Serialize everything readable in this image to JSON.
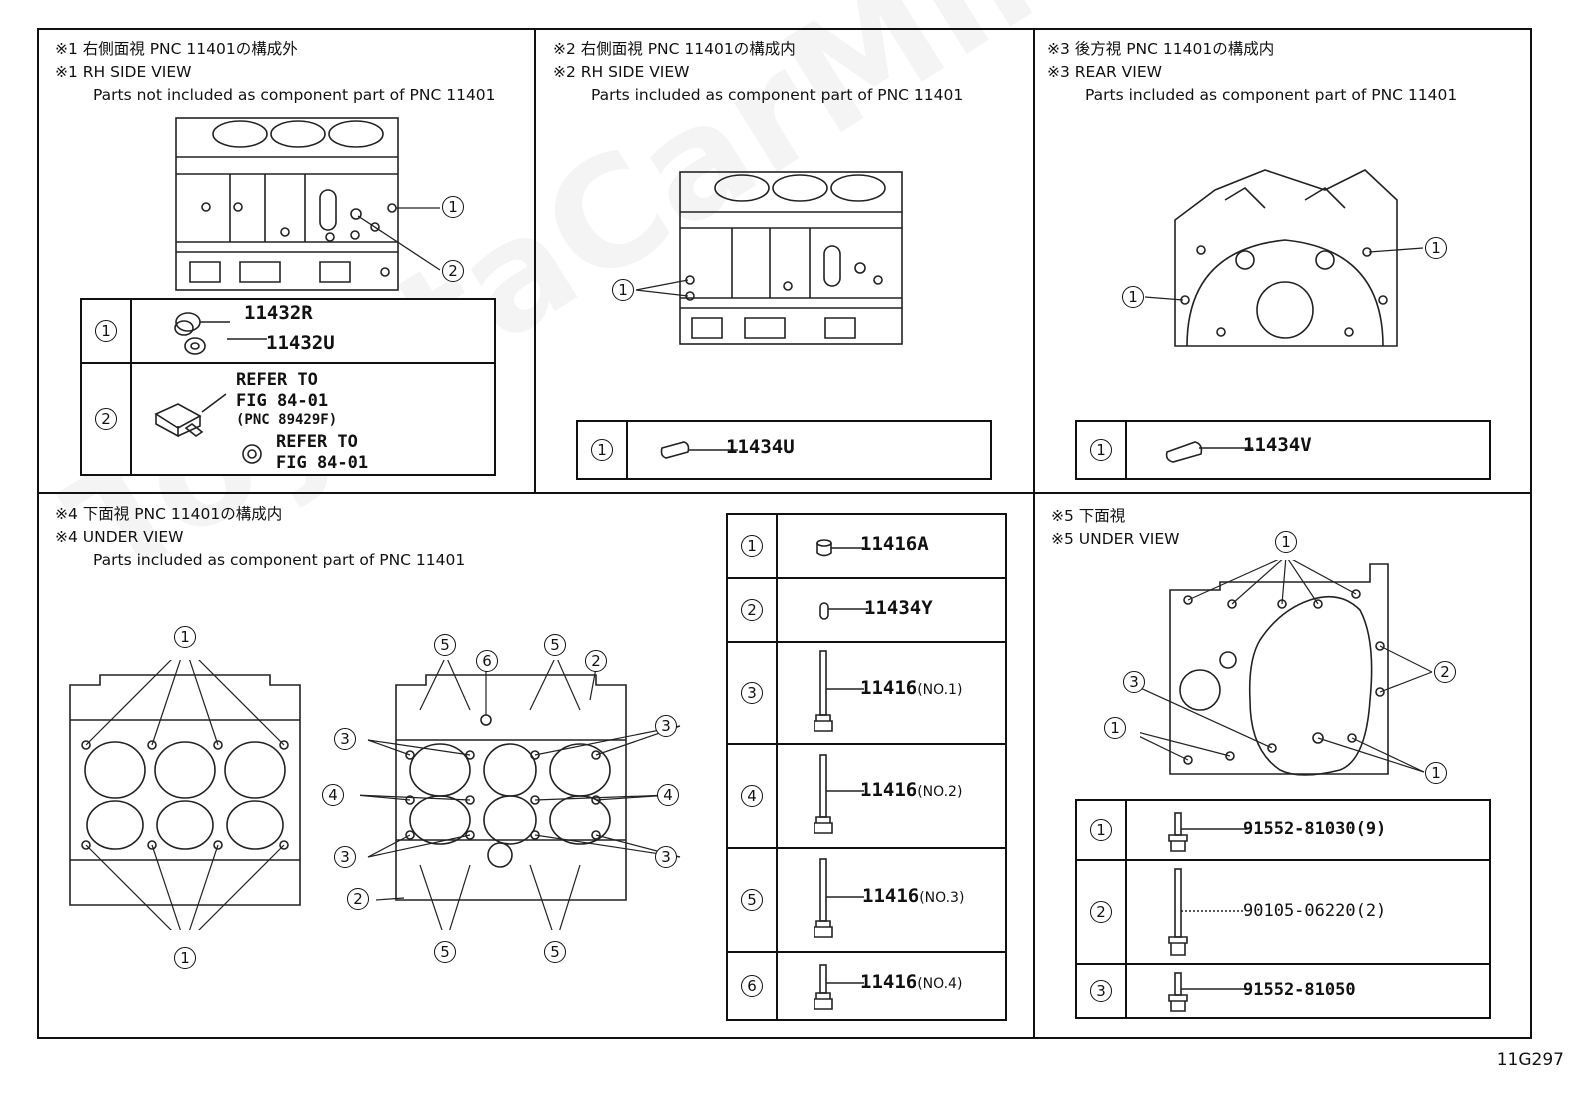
{
  "figure_code": "11G297",
  "watermark": "ToyotaCarMirror.ru",
  "sections": {
    "s1": {
      "jp": "※1 右側面視 PNC 11401の構成外",
      "en": "※1 RH SIDE VIEW",
      "desc": "Parts not included as component part of PNC 11401"
    },
    "s2": {
      "jp": "※2 右側面視 PNC 11401の構成内",
      "en": "※2 RH SIDE VIEW",
      "desc": "Parts included as component part of PNC 11401"
    },
    "s3": {
      "jp": "※3 後方視 PNC 11401の構成内",
      "en": "※3 REAR VIEW",
      "desc": "Parts included as component part of PNC 11401"
    },
    "s4": {
      "jp": "※4 下面視 PNC 11401の構成内",
      "en": "※4 UNDER VIEW",
      "desc": "Parts included as component part of PNC 11401"
    },
    "s5": {
      "jp": "※5 下面視",
      "en": "※5 UNDER VIEW"
    }
  },
  "s1_parts": {
    "r1": {
      "num": "1",
      "a": "11432R",
      "b": "11432U"
    },
    "r2": {
      "num": "2",
      "refer1": "REFER TO",
      "fig1": "FIG 84-01",
      "pnc": "(PNC 89429F)",
      "refer2": "REFER TO",
      "fig2": "FIG 84-01"
    }
  },
  "s2_parts": {
    "num": "1",
    "pn": "11434U"
  },
  "s3_parts": {
    "num": "1",
    "pn": "11434V"
  },
  "s4_parts": [
    {
      "num": "1",
      "pn": "11416A",
      "suffix": ""
    },
    {
      "num": "2",
      "pn": "11434Y",
      "suffix": ""
    },
    {
      "num": "3",
      "pn": "11416",
      "suffix": "(NO.1)"
    },
    {
      "num": "4",
      "pn": "11416",
      "suffix": "(NO.2)"
    },
    {
      "num": "5",
      "pn": "11416",
      "suffix": "(NO.3)"
    },
    {
      "num": "6",
      "pn": "11416",
      "suffix": "(NO.4)"
    }
  ],
  "s5_parts": [
    {
      "num": "1",
      "pn": "91552-81030(9)"
    },
    {
      "num": "2",
      "pn": "90105-06220(2)"
    },
    {
      "num": "3",
      "pn": "91552-81050"
    }
  ],
  "callouts": {
    "one": "1",
    "two": "2",
    "three": "3",
    "four": "4",
    "five": "5",
    "six": "6"
  }
}
